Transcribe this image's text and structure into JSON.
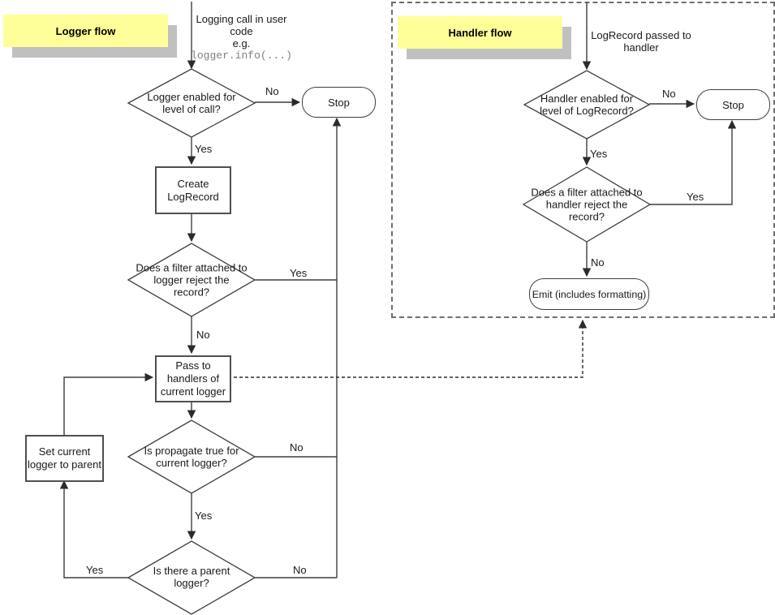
{
  "diagram": {
    "colors": {
      "label_bg": "#ffff99",
      "label_shadow": "#c0c0c0",
      "line": "#3f3f3f",
      "code_text": "#808080"
    },
    "logger": {
      "title": "Logger flow",
      "entry": {
        "line1": "Logging call in user",
        "line2": "code",
        "line3": "e.g.",
        "code": "logger.info(...)"
      },
      "nodes": {
        "level_check": "Logger enabled for level of call?",
        "stop": "Stop",
        "create": "Create LogRecord",
        "filter_check": "Does a filter attached to logger reject the record?",
        "pass": "Pass to handlers of current logger",
        "propagate_check": "Is propagate true for current logger?",
        "set_parent": "Set current logger to parent",
        "parent_check": "Is there a parent logger?"
      },
      "edges": {
        "level_no": "No",
        "level_yes": "Yes",
        "filter_yes": "Yes",
        "filter_no": "No",
        "propagate_no": "No",
        "propagate_yes": "Yes",
        "parent_yes": "Yes",
        "parent_no": "No"
      }
    },
    "handler": {
      "title": "Handler flow",
      "entry": {
        "line1": "LogRecord passed to",
        "line2": "handler"
      },
      "nodes": {
        "level_check": "Handler enabled for level of LogRecord?",
        "stop": "Stop",
        "filter_check": "Does a filter attached to handler reject the record?",
        "emit": "Emit (includes formatting)"
      },
      "edges": {
        "level_no": "No",
        "level_yes": "Yes",
        "filter_yes": "Yes",
        "filter_no": "No"
      }
    }
  }
}
